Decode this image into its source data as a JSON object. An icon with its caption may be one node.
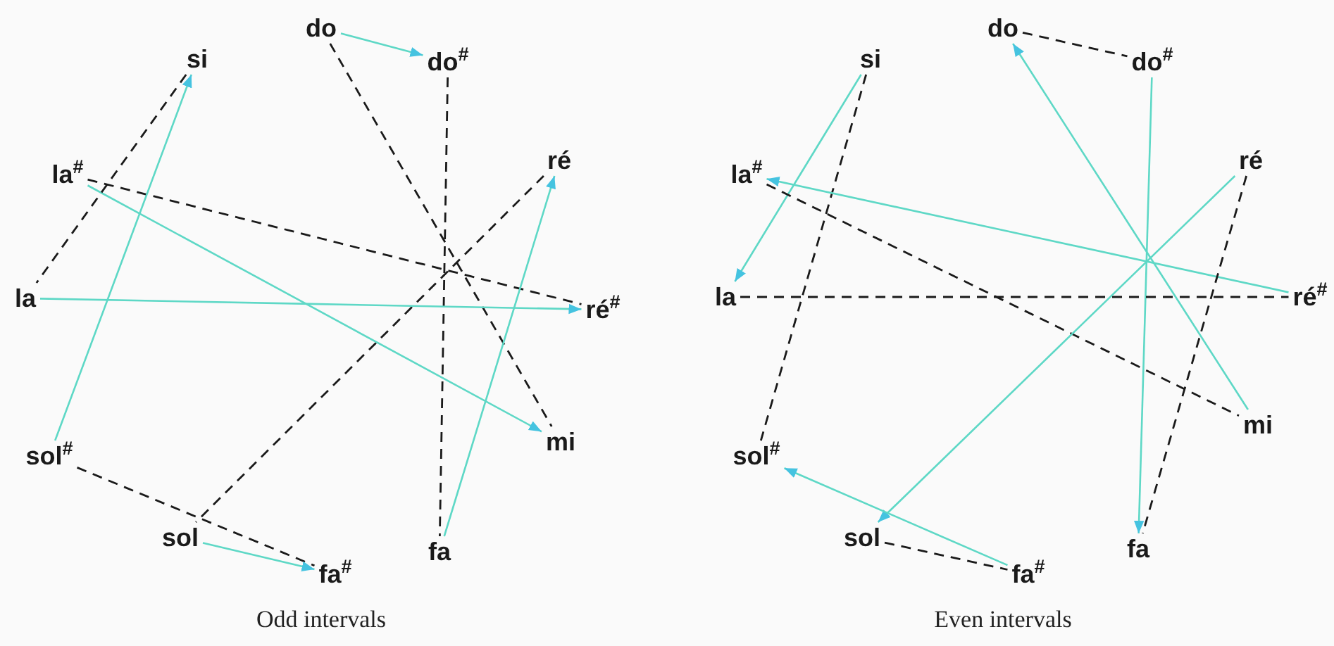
{
  "diagram": {
    "nodes": [
      {
        "text": [
          "do"
        ]
      },
      {
        "text": [
          "do$^{#}$"
        ]
      },
      {
        "text": [
          "si"
        ]
      },
      {
        "text": [
          "la$^{#}$"
        ]
      },
      {
        "text": [
          "ré"
        ]
      },
      {
        "text": [
          "la"
        ]
      },
      {
        "text": [
          "ré$^{#}$"
        ]
      },
      {
        "text": [
          "sol$^{#}$"
        ]
      },
      {
        "text": [
          "mi"
        ]
      },
      {
        "text": [
          "sol"
        ]
      },
      {
        "text": [
          "fa"
        ]
      },
      {
        "text": [
          "fa$^{#}$"
        ]
      },
      {
        "text": [
          "do"
        ]
      },
      {
        "text": [
          "do$^{#}$"
        ]
      },
      {
        "text": [
          "si"
        ]
      },
      {
        "text": [
          "la$^{#}$"
        ]
      },
      {
        "text": [
          "ré"
        ]
      },
      {
        "text": [
          "la"
        ]
      },
      {
        "text": [
          "ré$^{#}$"
        ]
      },
      {
        "text": [
          "sol$^{#}$"
        ]
      },
      {
        "text": [
          "mi"
        ]
      },
      {
        "text": [
          "sol"
        ]
      },
      {
        "text": [
          "fa"
        ]
      },
      {
        "text": [
          "fa$^{#}$"
        ]
      }
    ],
    "edges": [
      {
        "from": 0,
        "to": 1,
        "arrow": "to"
      },
      {
        "from": 1,
        "to": 10,
        "arrow": "none",
        "style": "dashed",
        "color": "#1a1a1a"
      },
      {
        "from": 0,
        "to": 8,
        "arrow": "none",
        "style": "dashed",
        "color": "#1a1a1a"
      },
      {
        "from": 3,
        "to": 6,
        "arrow": "none",
        "style": "dashed",
        "color": "#1a1a1a"
      },
      {
        "from": 4,
        "to": 9,
        "arrow": "none",
        "style": "dashed",
        "color": "#1a1a1a"
      },
      {
        "from": 3,
        "to": 8,
        "arrow": "to"
      },
      {
        "from": 5,
        "to": 6,
        "arrow": "to"
      },
      {
        "from": 2,
        "to": 5,
        "arrow": "none",
        "style": "dashed",
        "color": "#1a1a1a"
      },
      {
        "from": 7,
        "to": 2,
        "arrow": "to"
      },
      {
        "from": 7,
        "to": 11,
        "arrow": "none",
        "style": "dashed",
        "color": "#1a1a1a"
      },
      {
        "from": 9,
        "to": 11,
        "arrow": "to"
      },
      {
        "from": 10,
        "to": 4,
        "arrow": "to"
      },
      {
        "from": 12,
        "to": 13,
        "arrow": "none",
        "style": "dashed",
        "color": "#1a1a1a"
      },
      {
        "from": 13,
        "to": 22,
        "arrow": "to"
      },
      {
        "from": 20,
        "to": 12,
        "arrow": "to"
      },
      {
        "from": 14,
        "to": 17,
        "arrow": "to"
      },
      {
        "from": 14,
        "to": 19,
        "arrow": "none",
        "style": "dashed",
        "color": "#1a1a1a"
      },
      {
        "from": 17,
        "to": 18,
        "arrow": "none",
        "style": "dashed",
        "color": "#1a1a1a"
      },
      {
        "from": 15,
        "to": 20,
        "arrow": "none",
        "style": "dashed",
        "color": "#1a1a1a"
      },
      {
        "from": 18,
        "to": 15,
        "arrow": "to"
      },
      {
        "from": 16,
        "to": 21,
        "arrow": "to"
      },
      {
        "from": 16,
        "to": 22,
        "arrow": "none",
        "style": "dashed",
        "color": "#1a1a1a"
      },
      {
        "from": 21,
        "to": 23,
        "arrow": "none",
        "style": "dashed",
        "color": "#1a1a1a"
      },
      {
        "from": 23,
        "to": 19,
        "arrow": "to"
      }
    ],
    "labels": [
      "Odd intervals",
      "Even intervals"
    ]
  }
}
